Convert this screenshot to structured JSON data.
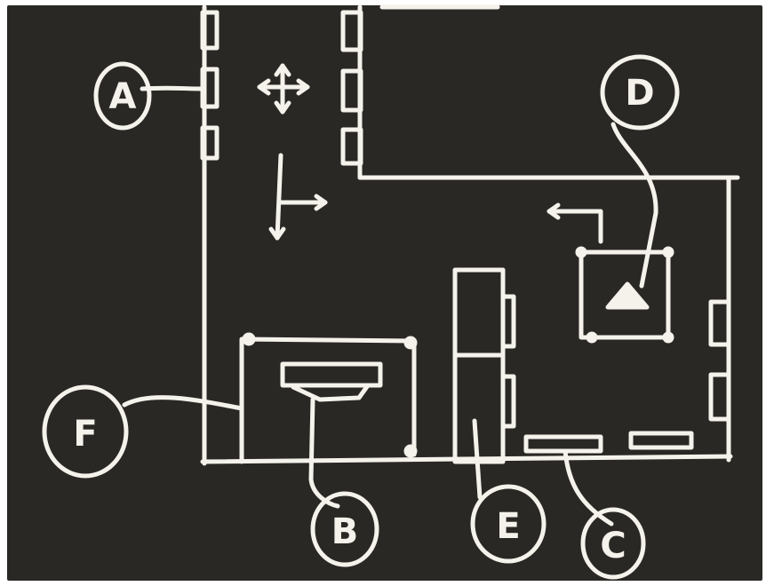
{
  "theme": {
    "board_color": "#2a2825",
    "chalk_color": "#f4f2ea",
    "margin_color": "#ffffff"
  },
  "callouts": {
    "a": {
      "letter": "A"
    },
    "b": {
      "letter": "B"
    },
    "c": {
      "letter": "C"
    },
    "d": {
      "letter": "D"
    },
    "e": {
      "letter": "E"
    },
    "f": {
      "letter": "F"
    }
  }
}
